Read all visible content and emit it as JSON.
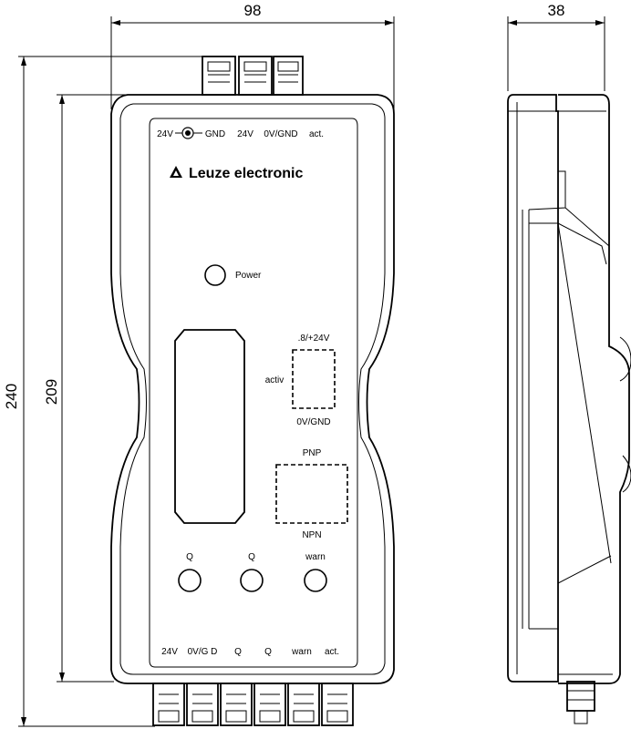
{
  "dimensions": {
    "width_front": "98",
    "width_side": "38",
    "height_total": "240",
    "height_body": "209"
  },
  "top_labels": {
    "pwr_24v": "24V",
    "pwr_gnd": "GND",
    "in_24v": "24V",
    "in_gnd": "0V/GND",
    "in_act": "act."
  },
  "brand": {
    "name": "Leuze electronic",
    "logo_icon": "leuze-triangle-logo"
  },
  "power": {
    "label": "Power"
  },
  "switch1": {
    "top": ".8/+24V",
    "side": "activ",
    "bottom": "0V/GND"
  },
  "switch2": {
    "top": "PNP",
    "bottom": "NPN"
  },
  "leds": {
    "q1": "Q",
    "q2": "Q",
    "warn": "warn"
  },
  "bottom_labels": {
    "b24v": "24V",
    "bgnd": "0V/G D",
    "bq1": "Q",
    "bq2": "Q",
    "bwarn": "warn",
    "bact": "act."
  }
}
